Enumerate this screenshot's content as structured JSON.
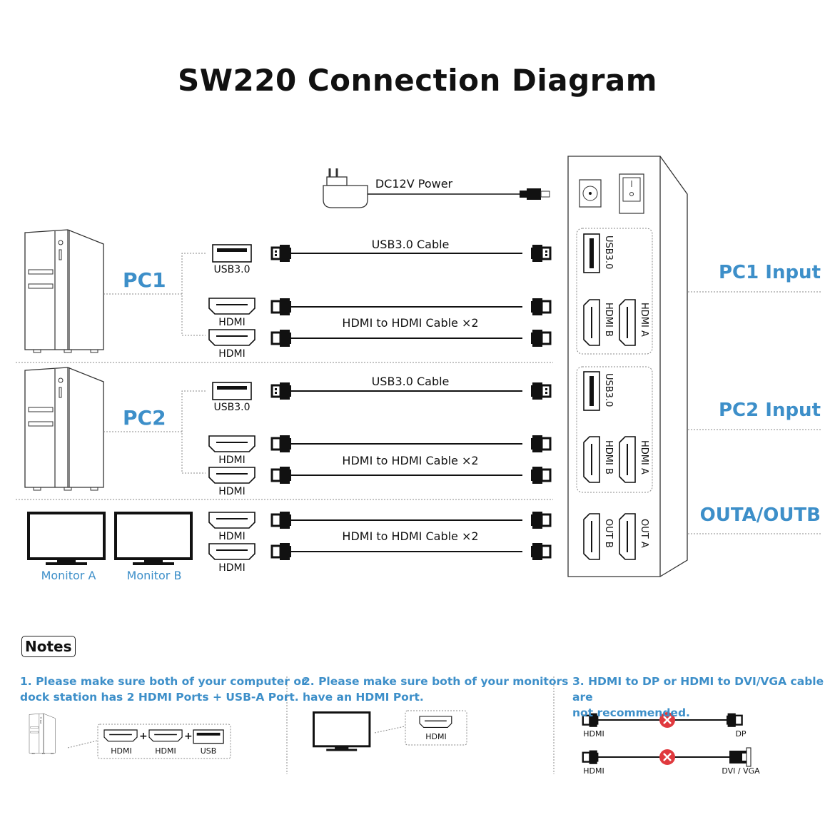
{
  "title": "SW220 Connection Diagram",
  "power": {
    "label": "DC12V Power"
  },
  "pcs": [
    {
      "name": "PC1",
      "usb_label": "USB3.0",
      "hdmi_labels": [
        "HDMI",
        "HDMI"
      ],
      "usb_cable": "USB3.0 Cable",
      "hdmi_cable": "HDMI to HDMI Cable ×2"
    },
    {
      "name": "PC2",
      "usb_label": "USB3.0",
      "hdmi_labels": [
        "HDMI",
        "HDMI"
      ],
      "usb_cable": "USB3.0 Cable",
      "hdmi_cable": "HDMI to HDMI Cable ×2"
    }
  ],
  "monitors": {
    "labels": [
      "Monitor A",
      "Monitor B"
    ],
    "hdmi_labels": [
      "HDMI",
      "HDMI"
    ],
    "cable": "HDMI to HDMI Cable ×2"
  },
  "switch": {
    "sections": [
      {
        "label": "PC1 Input",
        "ports": [
          "USB3.0",
          "HDMI B",
          "HDMI A"
        ]
      },
      {
        "label": "PC2 Input",
        "ports": [
          "USB3.0",
          "HDMI B",
          "HDMI A"
        ]
      },
      {
        "label": "OUTA/OUTB",
        "ports": [
          "OUT B",
          "OUT A"
        ]
      }
    ]
  },
  "notes": {
    "heading": "Notes",
    "items": [
      {
        "text_line1": "1. Please make sure both of your computer or",
        "text_line2": "dock station has 2 HDMI Ports + USB-A Port.",
        "port_labels": [
          "HDMI",
          "HDMI",
          "USB"
        ],
        "plus": "+"
      },
      {
        "text_line1": "2. Please make sure both of your monitors",
        "text_line2": "have an HDMI Port.",
        "port_labels": [
          "HDMI"
        ]
      },
      {
        "text_line1": "3. HDMI to DP or HDMI to DVI/VGA cable are",
        "text_line2": "not recommended.",
        "rows": [
          {
            "left": "HDMI",
            "right": "DP",
            "status": "not-recommended"
          },
          {
            "left": "HDMI",
            "right": "DVI / VGA",
            "status": "not-recommended"
          }
        ]
      }
    ]
  },
  "colors": {
    "accent": "#3d8fc9",
    "error": "#e0393e",
    "line": "#111111",
    "dotted": "#888888"
  }
}
